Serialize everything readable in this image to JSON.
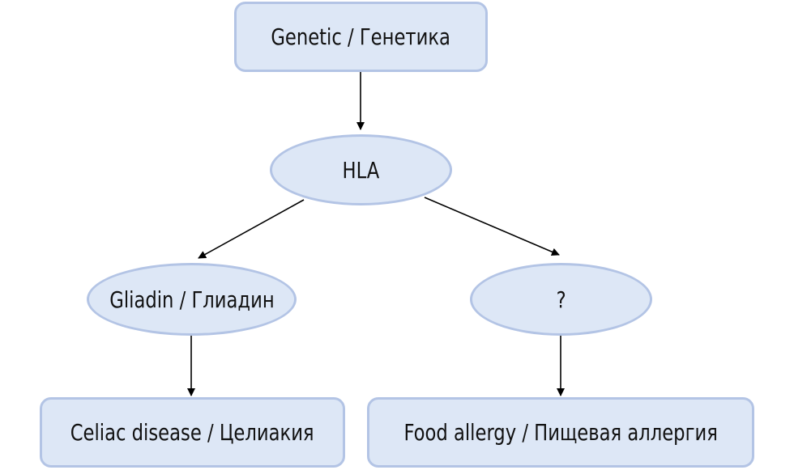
{
  "colors": {
    "node_fill": "#dde7f6",
    "node_border": "#b3c4e5",
    "arrow": "#000000",
    "text": "#111111"
  },
  "nodes": {
    "genetic": {
      "label": "Genetic / Генетика"
    },
    "hla": {
      "label": "HLA"
    },
    "gliadin": {
      "label": "Gliadin / Глиадин"
    },
    "unknown": {
      "label": "?"
    },
    "celiac": {
      "label": "Celiac disease / Целиакия"
    },
    "food_allergy": {
      "label": "Food allergy / Пищевая аллергия"
    }
  }
}
